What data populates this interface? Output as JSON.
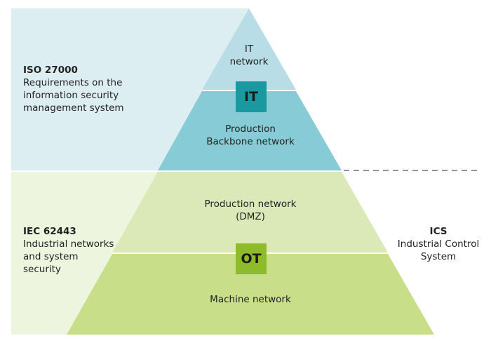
{
  "colors": {
    "iso_panel": "#ddeef3",
    "iec_panel": "#eef5de",
    "it_network": "#b8dde6",
    "backbone": "#86cbd6",
    "dmz": "#dbe9b8",
    "machine": "#c8de88",
    "it_badge": "#1a9aa0",
    "ot_badge": "#8dbb2a"
  },
  "iso": {
    "title": "ISO 27000",
    "line1": "Requirements on the",
    "line2": "information security",
    "line3": "management system"
  },
  "iec": {
    "title": "IEC 62443",
    "line1": "Industrial networks",
    "line2": "and system",
    "line3": "security"
  },
  "ics": {
    "title": "ICS",
    "line1": "Industrial Control",
    "line2": "System"
  },
  "layers": {
    "it_network": {
      "line1": "IT",
      "line2": "network"
    },
    "backbone": {
      "line1": "Production",
      "line2": "Backbone network"
    },
    "dmz": {
      "line1": "Production network",
      "line2": "(DMZ)"
    },
    "machine": {
      "line1": "Machine network"
    }
  },
  "badges": {
    "it": "IT",
    "ot": "OT"
  }
}
